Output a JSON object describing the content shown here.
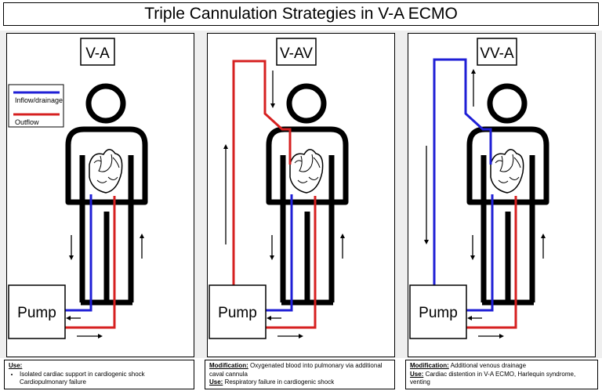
{
  "title": "Triple Cannulation Strategies in V-A ECMO",
  "colors": {
    "inflow": "#1f1fd6",
    "outflow": "#d62020"
  },
  "legend": {
    "inflow_label": "Inflow/drainage",
    "outflow_label": "Outflow"
  },
  "panels": [
    {
      "label": "V-A",
      "pump_label": "Pump"
    },
    {
      "label": "V-AV",
      "pump_label": "Pump"
    },
    {
      "label": "VV-A",
      "pump_label": "Pump"
    }
  ],
  "notes": [
    {
      "heading": "Use:",
      "items": [
        "Isolated cardiac support in cardiogenic shock",
        "Cardiopulmonary failure"
      ]
    },
    {
      "modification_heading": "Modification:",
      "modification_text": " Oxygenated blood into pulmonary via additional caval cannula",
      "use_heading": "Use:",
      "use_text": " Respiratory failure in cardiogenic shock"
    },
    {
      "modification_heading": "Modification:",
      "modification_text": " Additional venous drainage",
      "use_heading": "Use:",
      "use_text": " Cardiac distention in V-A ECMO, Harlequin syndrome, venting"
    }
  ]
}
